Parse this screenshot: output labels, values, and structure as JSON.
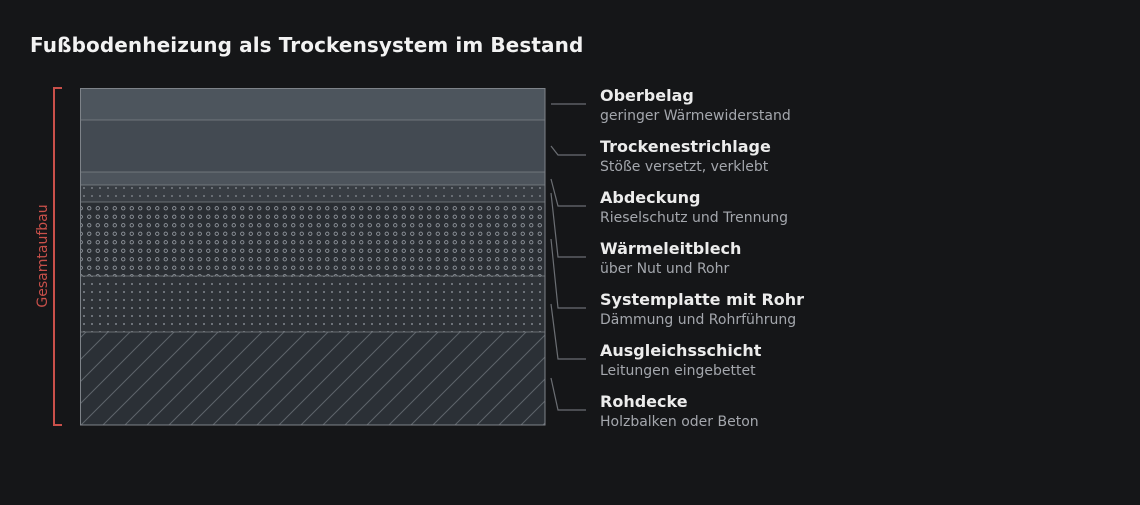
{
  "title": "Fußbodenheizung als Trockensystem im Bestand",
  "side_label": "Gesamtaufbau",
  "colors": {
    "background": "#151618",
    "bracket": "#c9504a",
    "leader": "#6b6e73",
    "border": "#7e8389"
  },
  "layers": [
    {
      "name": "Oberbelag",
      "description": "geringer Wärmewiderstand"
    },
    {
      "name": "Trockenestrichlage",
      "description": "Stöße versetzt, verklebt"
    },
    {
      "name": "Abdeckung",
      "description": "Rieselschutz und Trennung"
    },
    {
      "name": "Wärmeleitblech",
      "description": "über Nut und Rohr"
    },
    {
      "name": "Systemplatte mit Rohr",
      "description": "Dämmung und Rohrführung"
    },
    {
      "name": "Ausgleichsschicht",
      "description": "Leitungen eingebettet"
    },
    {
      "name": "Rohdecke",
      "description": "Holzbalken oder Beton"
    }
  ]
}
